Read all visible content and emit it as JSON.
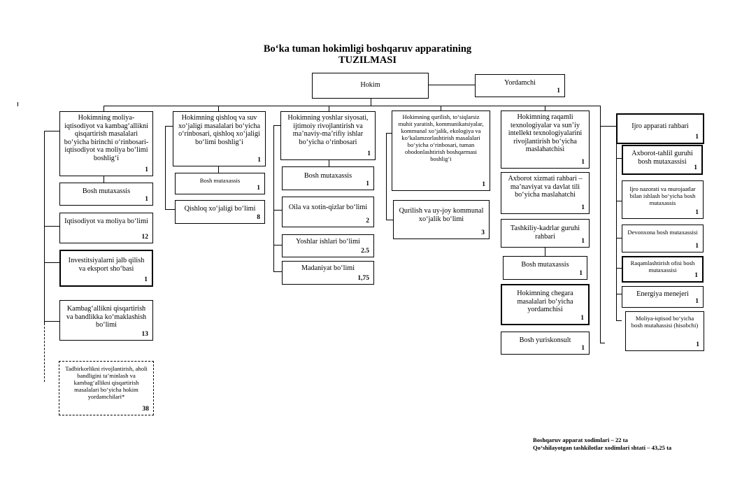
{
  "title": {
    "line1": "Bo‘ka tuman hokimligi boshqaruv apparatining",
    "line2": "TUZILMASI"
  },
  "top": {
    "hokim": {
      "label": "Hokim"
    },
    "yordamchi": {
      "label": "Yordamchi",
      "count": "1"
    }
  },
  "col1": {
    "head": {
      "label": "Hokimning moliya-iqtisodiyot va kambag‘allikni qisqartirish masalalari bo‘yicha birinchi o‘rinbosari-iqtisodiyot va moliya bo‘limi boshlig‘i",
      "count": "1"
    },
    "items": [
      {
        "label": "Bosh mutaxassis",
        "count": "1"
      },
      {
        "label": "Iqtisodiyot va moliya bo‘limi",
        "count": "12"
      },
      {
        "label": "Investitsiyalarni jalb qilish va eksport sho‘basi",
        "count": "1"
      },
      {
        "label": "Kambag‘allikni qisqartirish va bandlikka ko‘maklashish bo‘limi",
        "count": "13"
      },
      {
        "label": "Tadbirkorlikni rivojlantirish, aholi bandligini ta’minlash va kambag‘allikni qisqartirish masalalari bo‘yicha hokim yordamchilari*",
        "count": "38"
      }
    ]
  },
  "col2": {
    "head": {
      "label": "Hokimning qishloq va suv xo‘jaligi masalalari bo‘yicha o‘rinbosari, qishloq xo‘jaligi bo‘limi boshlig‘i",
      "count": "1"
    },
    "items": [
      {
        "label": "Bosh mutaxassis",
        "count": "1"
      },
      {
        "label": "Qishloq xo‘jaligi bo‘limi",
        "count": "8"
      }
    ]
  },
  "col3": {
    "head": {
      "label": "Hokimning yoshlar siyosati, ijtimoiy rivojlantirish va ma’naviy-ma’rifiy ishlar bo‘yicha o‘rinbosari",
      "count": "1"
    },
    "items": [
      {
        "label": "Bosh mutaxassis",
        "count": "1"
      },
      {
        "label": "Oila va xotin-qizlar bo‘limi",
        "count": "2"
      },
      {
        "label": "Yoshlar ishlari bo‘limi",
        "count": "2.5"
      },
      {
        "label": "Madaniyat bo‘limi",
        "count": "1,75"
      }
    ]
  },
  "col4": {
    "head": {
      "label": "Hokimning qurilish, to‘siqlarsiz muhit yaratish, kommunikatsiyalar, kommunal xo‘jalik, ekologiya va ko‘kalamzorlashtirish masalalari bo‘yicha o‘rinbosari, tuman obodonlashtirish boshqarmasi boshlig‘i",
      "count": "1"
    },
    "items": [
      {
        "label": "Qurilish va uy-joy kommunal xo‘jalik bo‘limi",
        "count": "3"
      }
    ]
  },
  "col5": {
    "head": {
      "label": "Hokimning raqamli texnologiyalar va sun’iy intellekt texnologiyalarini rivojlantirish bo‘yicha maslahatchisi",
      "count": "1"
    },
    "items": [
      {
        "label": "Axborot xizmati rahbari – ma’naviyat va davlat tili bo‘yicha maslahatchi",
        "count": "1"
      },
      {
        "label": "Tashkiliy-kadrlar guruhi rahbari",
        "count": "1"
      },
      {
        "label": "Bosh mutaxassis",
        "count": "1"
      },
      {
        "label": "Hokimning chegara masalalari bo‘yicha yordamchisi",
        "count": "1"
      },
      {
        "label": "Bosh yuriskonsult",
        "count": "1"
      }
    ]
  },
  "col6": {
    "head": {
      "label": "Ijro apparati rahbari",
      "count": "1"
    },
    "items": [
      {
        "label": "Axborot-tahlil guruhi bosh mutaxassisi",
        "count": "1"
      },
      {
        "label": "Ijro nazorati va murojaatlar bilan ishlash bo‘yicha bosh mutaxassis",
        "count": "1"
      },
      {
        "label": "Devonxona bosh mutaxassisi",
        "count": "1"
      },
      {
        "label": "Raqamlashtirish ofisi bosh mutaxassisi",
        "count": "1"
      },
      {
        "label": "Energiya menejeri",
        "count": "1"
      },
      {
        "label": "Moliya-iqtisod bo‘yicha bosh mutahassisi (hisobchi)",
        "count": "1"
      }
    ]
  },
  "footer": {
    "line1": "Boshqaruv apparat xodimlari – 22 ta",
    "line2": "Qo‘shilayotgan tashkilotlar xodimlari shtati – 43,25 ta"
  }
}
